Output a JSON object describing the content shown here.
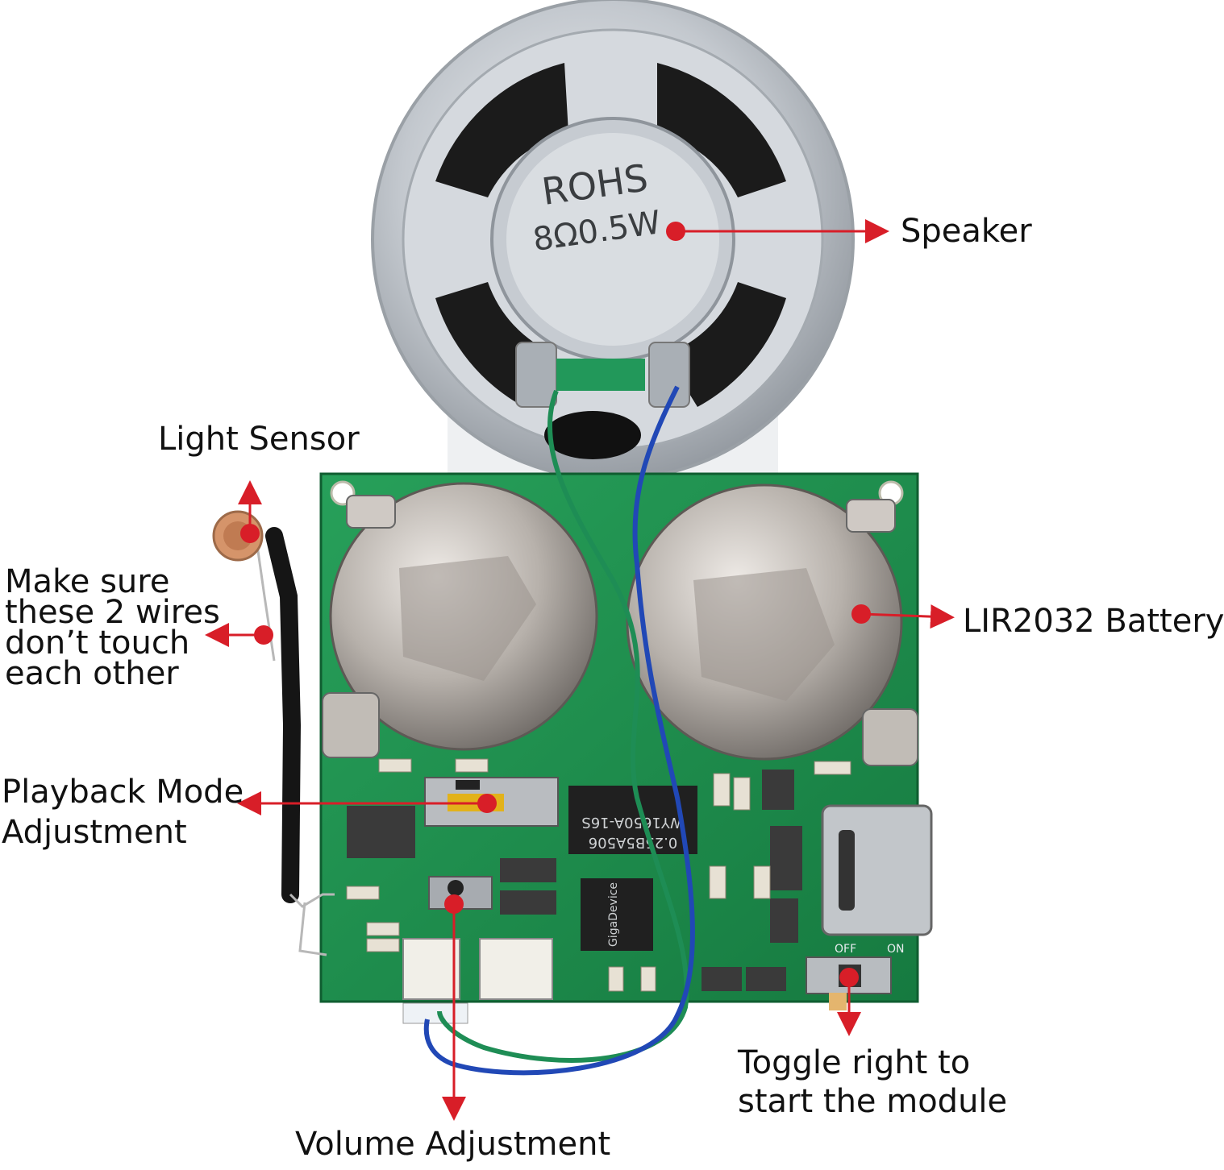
{
  "photo": {
    "speaker_print_line1": "ROHS",
    "speaker_print_line2": "8Ω0.5W",
    "chip_text_1": "WY1650A-16S",
    "chip_text_2": "0.25B5A506",
    "chip_text_3": "GigaDevice",
    "switch_text_on": "ON",
    "switch_text_off": "OFF"
  },
  "annotations": {
    "speaker": "Speaker",
    "light_sensor": "Light Sensor",
    "wires_note": [
      "Make sure",
      "these 2 wires",
      "don’t touch",
      "each other"
    ],
    "battery": "LIR2032 Battery",
    "playback_mode": [
      "Playback Mode",
      "Adjustment"
    ],
    "toggle_note": [
      "Toggle right to",
      "start the module"
    ],
    "volume": "Volume Adjustment"
  },
  "colors": {
    "annotation_red": "#d81e28",
    "pcb_green": "#1f8f4e",
    "speaker_metal": "#c9ced4",
    "battery_metal": "#b9b6b2"
  }
}
